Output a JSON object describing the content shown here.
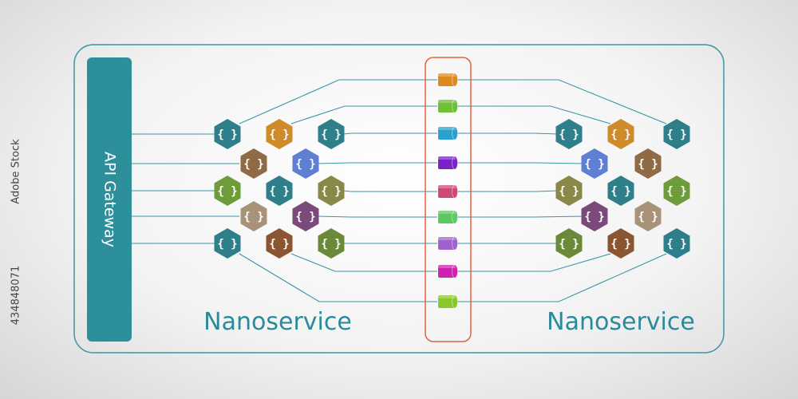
{
  "gateway": {
    "label": "API Gateway",
    "color": "#2d8f9c"
  },
  "left_cluster": {
    "title": "Nanoservice"
  },
  "right_cluster": {
    "title": "Nanoservice"
  },
  "service_glyph": "{ }",
  "stock_id": "434848071",
  "stock_brand": "Adobe Stock",
  "colors": {
    "frame": "#3a95a3",
    "queue_frame": "#e0623f",
    "connector": "#3a95a3",
    "title": "#2b8a9a"
  },
  "left_hexes": [
    {
      "color": "#2f7f8a"
    },
    {
      "color": "#cf8a2a"
    },
    {
      "color": "#2f7f8a"
    },
    {
      "color": "#8f6a45"
    },
    {
      "color": "#5f7fd3"
    },
    {
      "color": "#6f9c3a"
    },
    {
      "color": "#2f7f8a"
    },
    {
      "color": "#8a8848"
    },
    {
      "color": "#a8927a"
    },
    {
      "color": "#7a4a7a"
    },
    {
      "color": "#2f7f8a"
    },
    {
      "color": "#8a5530"
    },
    {
      "color": "#6a8a3a"
    }
  ],
  "right_hexes": [
    {
      "color": "#2f7f8a"
    },
    {
      "color": "#cf8a2a"
    },
    {
      "color": "#2f7f8a"
    },
    {
      "color": "#5f7fd3"
    },
    {
      "color": "#8f6a45"
    },
    {
      "color": "#8a8848"
    },
    {
      "color": "#2f7f8a"
    },
    {
      "color": "#6f9c3a"
    },
    {
      "color": "#7a4a7a"
    },
    {
      "color": "#a8927a"
    },
    {
      "color": "#6a8a3a"
    },
    {
      "color": "#8a5530"
    },
    {
      "color": "#2f7f8a"
    }
  ],
  "queue_items": [
    {
      "color": "#dc8a20"
    },
    {
      "color": "#6cc230"
    },
    {
      "color": "#2aa0d0"
    },
    {
      "color": "#7a22c8"
    },
    {
      "color": "#d0487a"
    },
    {
      "color": "#5cc860"
    },
    {
      "color": "#a060d0"
    },
    {
      "color": "#d020b0"
    },
    {
      "color": "#88c828"
    }
  ]
}
